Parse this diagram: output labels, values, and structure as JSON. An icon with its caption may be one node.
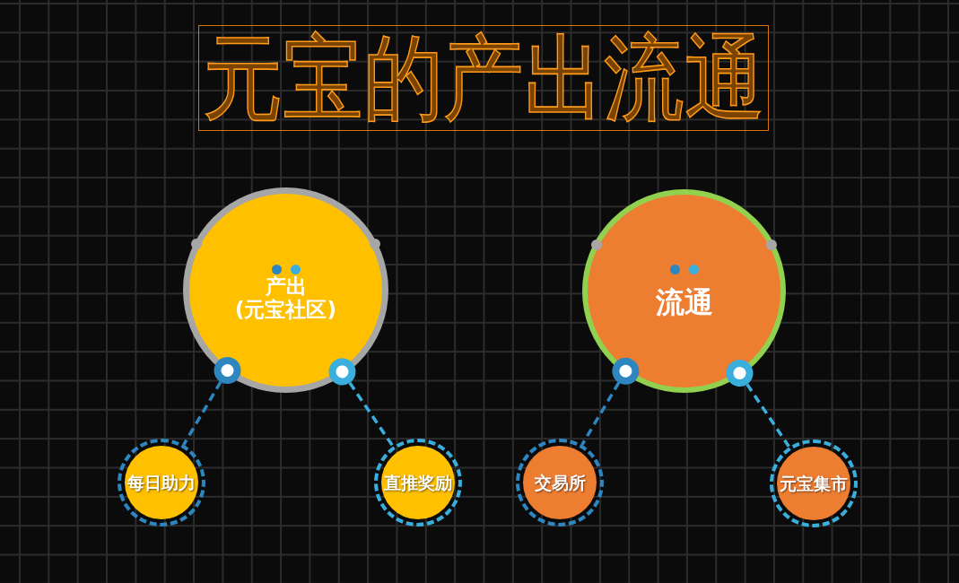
{
  "diagram": {
    "title": "元宝的产出流通",
    "nodes": [
      {
        "text": [
          "产出",
          "(元宝社区)"
        ]
      },
      {
        "text": [
          "流通"
        ]
      },
      {
        "text": [
          "每日助力"
        ]
      },
      {
        "text": [
          "直推奖励"
        ]
      },
      {
        "text": [
          "交易所"
        ]
      },
      {
        "text": [
          "元宝集市"
        ]
      }
    ],
    "edges": [
      {
        "from": 0,
        "to": 2,
        "arrow": "other",
        "style": "dashed",
        "color": "#2e86c1"
      },
      {
        "from": 0,
        "to": 3,
        "arrow": "other",
        "style": "dashed",
        "color": "#3aafdd"
      },
      {
        "from": 1,
        "to": 4,
        "arrow": "other",
        "style": "dashed",
        "color": "#2e86c1"
      },
      {
        "from": 1,
        "to": 5,
        "arrow": "other",
        "style": "dashed",
        "color": "#3aafdd"
      }
    ]
  }
}
